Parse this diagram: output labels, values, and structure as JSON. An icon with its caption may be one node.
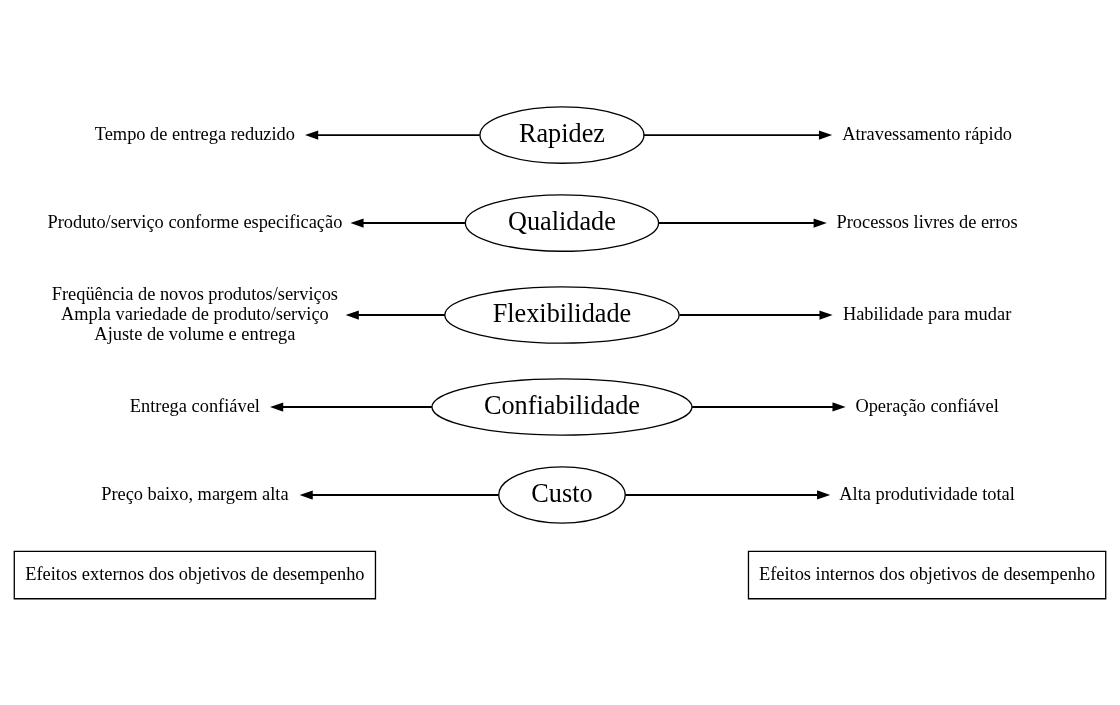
{
  "diagram": {
    "nodes": [
      {
        "text": [
          "Efeitos externos dos objetivos de desempenho"
        ]
      },
      {
        "text": [
          "Efeitos internos dos objetivos de desempenho"
        ]
      },
      {
        "text": [
          "Preço baixo, margem alta"
        ]
      },
      {
        "text": [
          "Custo"
        ]
      },
      {
        "text": [
          "Alta produtividade total"
        ]
      },
      {
        "text": [
          "Entrega confiável"
        ]
      },
      {
        "text": [
          "Confiabilidade"
        ]
      },
      {
        "text": [
          "Operação confiável"
        ]
      },
      {
        "text": [
          "Freqüência de novos produtos/serviços",
          "Ampla variedade de produto/serviço",
          "Ajuste de volume e entrega"
        ]
      },
      {
        "text": [
          "Flexibilidade"
        ]
      },
      {
        "text": [
          "Habilidade para mudar"
        ]
      },
      {
        "text": [
          "Produto/serviço conforme especificação"
        ]
      },
      {
        "text": [
          "Qualidade"
        ]
      },
      {
        "text": [
          "Processos livres de erros"
        ]
      },
      {
        "text": [
          "Tempo de entrega reduzido"
        ]
      },
      {
        "text": [
          "Rapidez"
        ]
      },
      {
        "text": [
          "Atravessamento rápido"
        ]
      }
    ],
    "edges": [
      {
        "from": 3,
        "to": 2,
        "arrow": "to"
      },
      {
        "from": 3,
        "to": 4,
        "arrow": "to"
      },
      {
        "from": 6,
        "to": 5,
        "arrow": "to"
      },
      {
        "from": 6,
        "to": 7,
        "arrow": "to"
      },
      {
        "from": 9,
        "to": 8,
        "arrow": "to"
      },
      {
        "from": 9,
        "to": 10,
        "arrow": "to"
      },
      {
        "from": 12,
        "to": 11,
        "arrow": "to"
      },
      {
        "from": 12,
        "to": 13,
        "arrow": "to"
      },
      {
        "from": 15,
        "to": 14,
        "arrow": "to"
      },
      {
        "from": 15,
        "to": 16,
        "arrow": "to"
      }
    ]
  }
}
